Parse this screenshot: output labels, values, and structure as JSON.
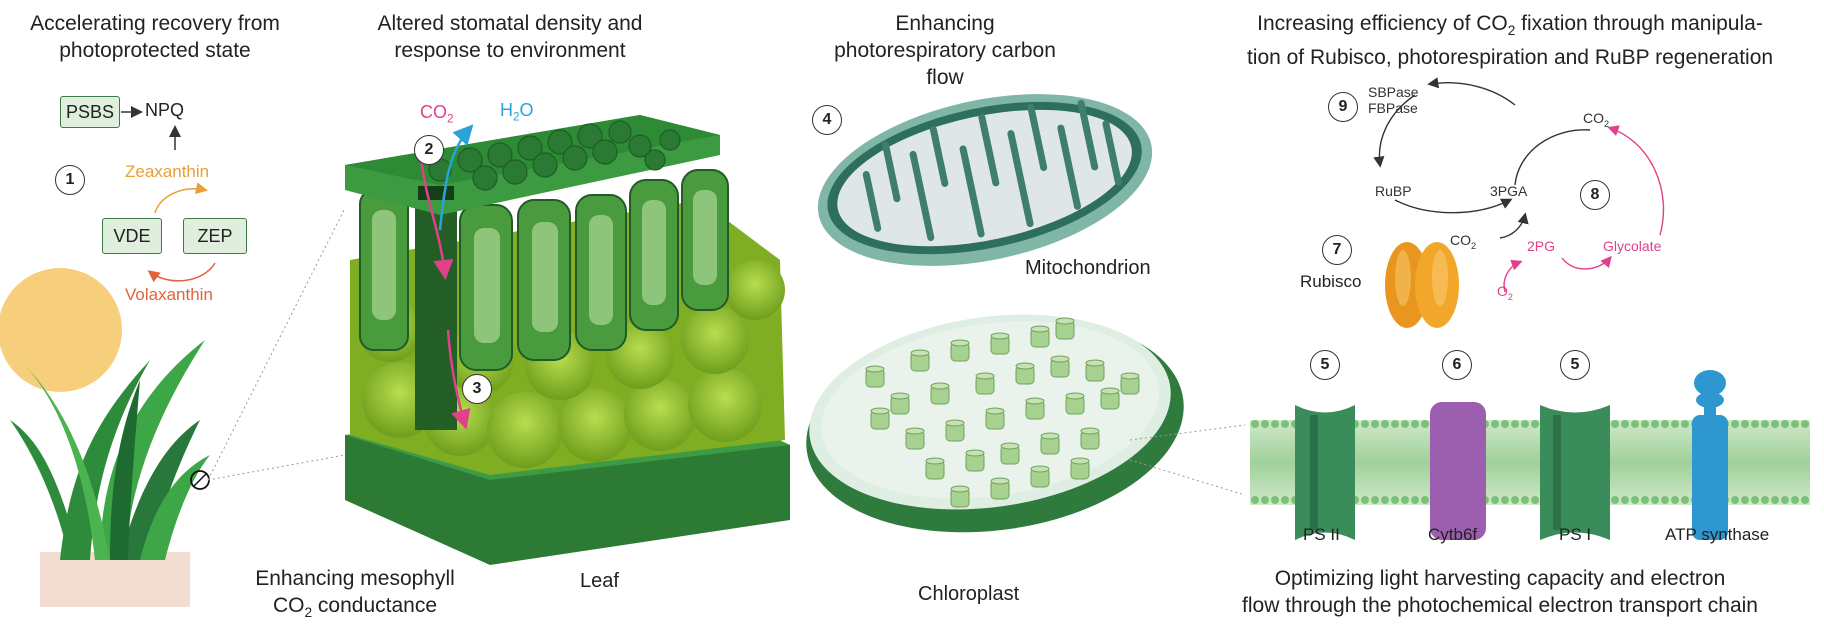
{
  "titles": {
    "recovery": "Accelerating recovery from photoprotected state",
    "stomatal": "Altered stomatal density and response to environment",
    "photoresp": "Enhancing photorespiratory carbon flow",
    "co2fix_a": "Increasing efficiency of CO",
    "co2fix_sub": "2",
    "co2fix_b": " fixation through manipula-",
    "co2fix_line2": "tion of Rubisco, photorespiration and RuBP regeneration",
    "mesophyll_line1": "Enhancing mesophyll",
    "mesophyll_line2a": "CO",
    "mesophyll_line2sub": "2",
    "mesophyll_line2b": " conductance",
    "light_line1": "Optimizing light harvesting capacity and electron",
    "light_line2": "flow through the photochemical electron transport chain"
  },
  "npq": {
    "psbs": "PSBS",
    "npq": "NPQ",
    "zeaxanthin": "Zeaxanthin",
    "vde": "VDE",
    "zep": "ZEP",
    "volaxanthin": "Volaxanthin"
  },
  "numbers": [
    "1",
    "2",
    "3",
    "4",
    "5",
    "6",
    "5",
    "7",
    "8",
    "9"
  ],
  "leaf": {
    "co2": "CO",
    "co2_sub": "2",
    "h2o_a": "H",
    "h2o_sub": "2",
    "h2o_b": "O",
    "label": "Leaf"
  },
  "organelles": {
    "mitochondrion": "Mitochondrion",
    "chloroplast": "Chloroplast"
  },
  "calvin": {
    "sbpase": "SBPase",
    "fbpase": "FBPase",
    "rubp": "RuBP",
    "pga": "3PGA",
    "co2_top": "CO",
    "co2_top_sub": "2",
    "co2_mid": "CO",
    "co2_mid_sub": "2",
    "rubisco": "Rubisco",
    "o2": "O",
    "o2_sub": "2",
    "pg2": "2PG",
    "glycolate": "Glycolate"
  },
  "membrane": {
    "ps2": "PS II",
    "cytb6f": "Cytb6f",
    "ps1": "PS I",
    "atp": "ATP synthase"
  },
  "colors": {
    "dark_green": "#2f7a3d",
    "leaf_green": "#5fb53c",
    "light_green": "#9fcc3d",
    "purple": "#9c5fb0",
    "blue": "#2f97cf",
    "orange": "#e8a038",
    "pink": "#e0418a",
    "sun": "#f7cf7c"
  }
}
